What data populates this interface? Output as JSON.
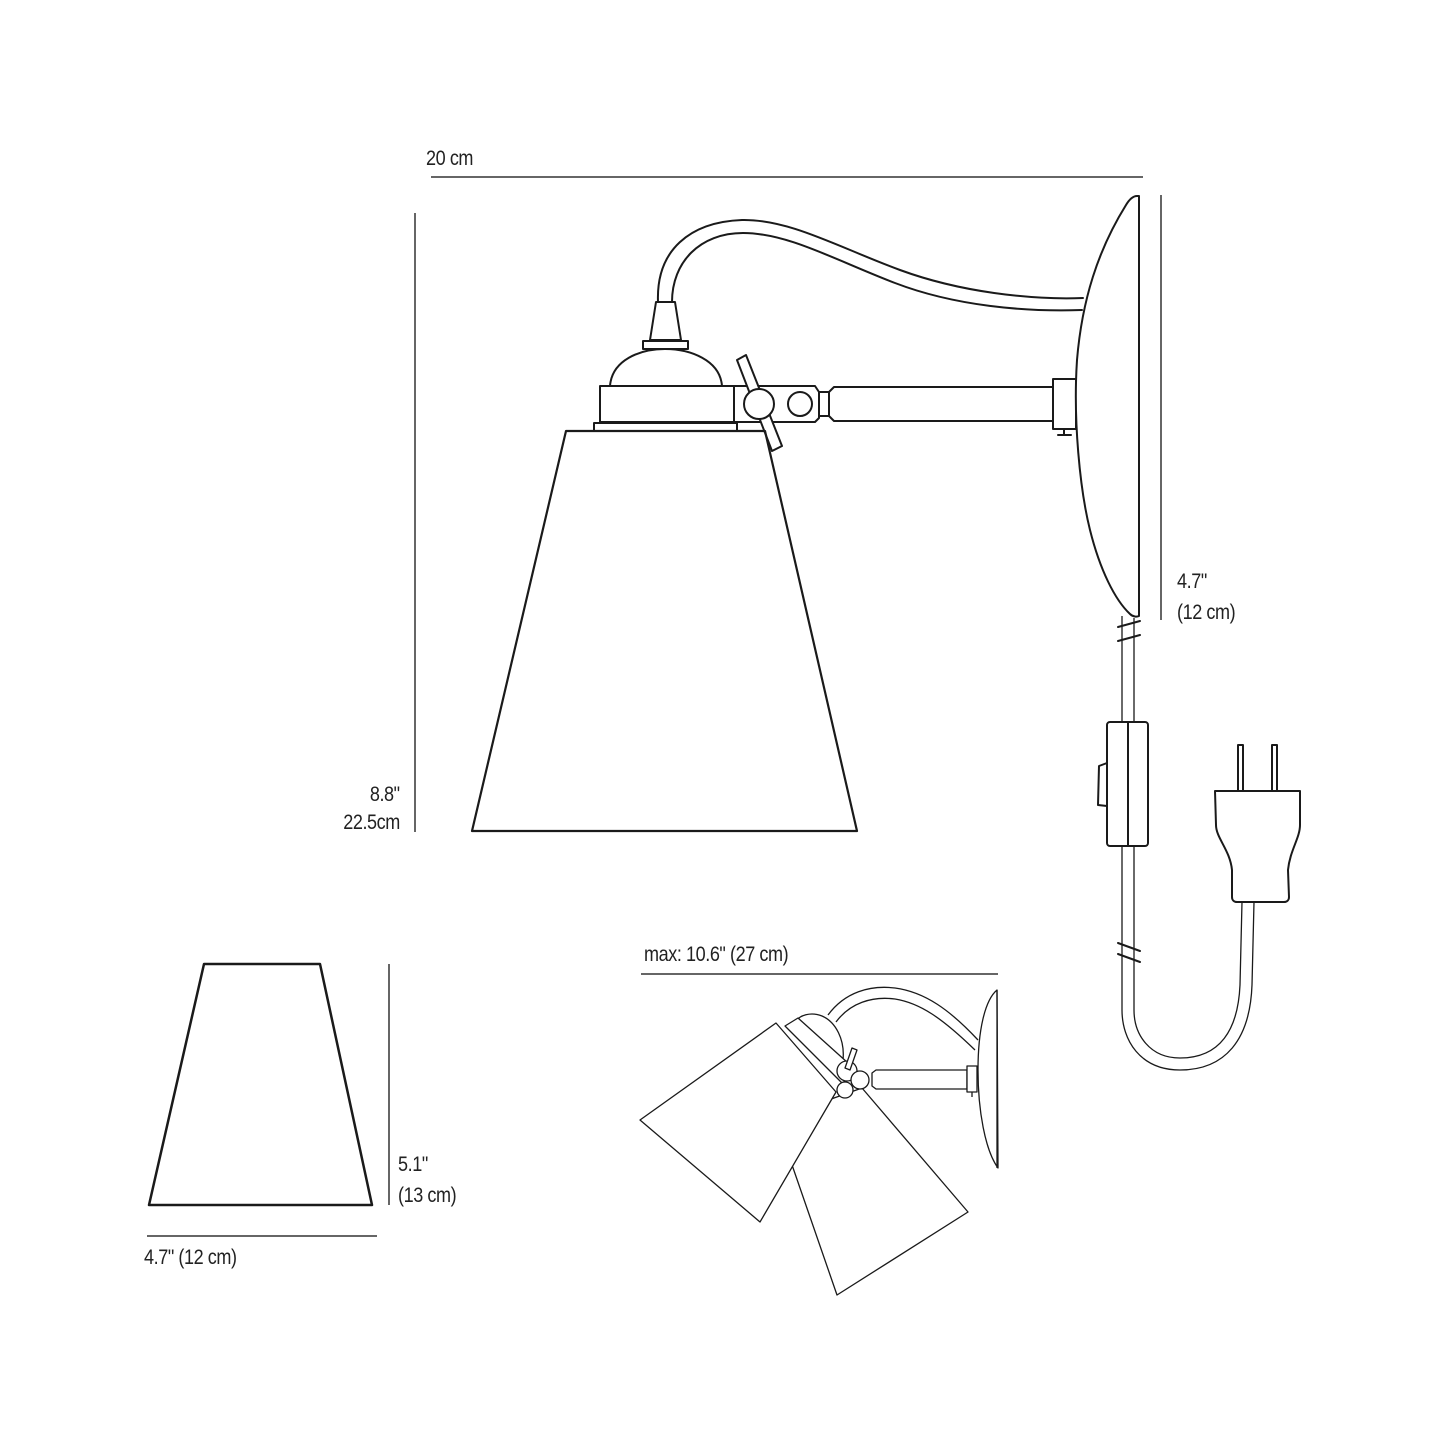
{
  "diagram": {
    "subject": "Wall lamp with plug-in cord — dimension drawing",
    "main_view": {
      "width_label": "20 cm",
      "height_label_in": "8.8\"",
      "height_label_cm": "22.5cm",
      "backplate_label_in": "4.7\"",
      "backplate_label_cm": "(12 cm)"
    },
    "shade_view": {
      "height_label_in": "5.1\"",
      "height_label_cm": "(13 cm)",
      "width_label": "4.7\" (12 cm)"
    },
    "swivel_view": {
      "reach_label": "max: 10.6\" (27 cm)"
    },
    "parts": [
      "shade",
      "lampholder",
      "knuckle-joint",
      "arm",
      "backplate",
      "cord",
      "inline-switch",
      "plug"
    ],
    "colors": {
      "line": "#1a1a1a",
      "text": "#222222",
      "background": "#ffffff"
    }
  }
}
